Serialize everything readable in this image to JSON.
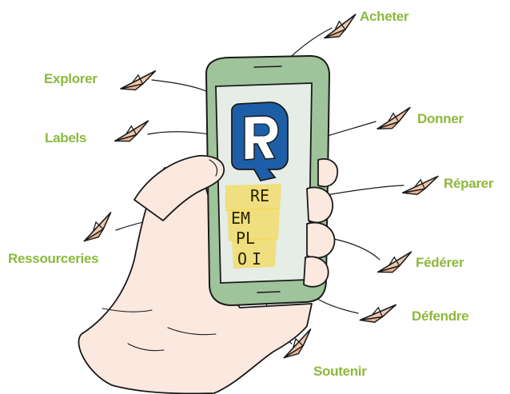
{
  "labels": {
    "acheter": "Acheter",
    "explorer": "Explorer",
    "donner": "Donner",
    "labels": "Labels",
    "reparer": "Réparer",
    "ressourceries": "Ressourceries",
    "federer": "Fédérer",
    "defendre": "Défendre",
    "soutenir": "Soutenir"
  },
  "screen_text": [
    "RE",
    "EM",
    "PL",
    "OI"
  ],
  "icons": {
    "logo": "reemploi-r-logo-icon",
    "plane": "paper-plane-icon"
  },
  "colors": {
    "label_green": "#8db83c",
    "phone_body": "#9fc39a",
    "screen": "#e6ece6",
    "logo_blue": "#1c5fa8",
    "handwriting_yellow": "#f4d84a",
    "skin": "#fbe9e0",
    "plane": "#f1c7aa"
  }
}
